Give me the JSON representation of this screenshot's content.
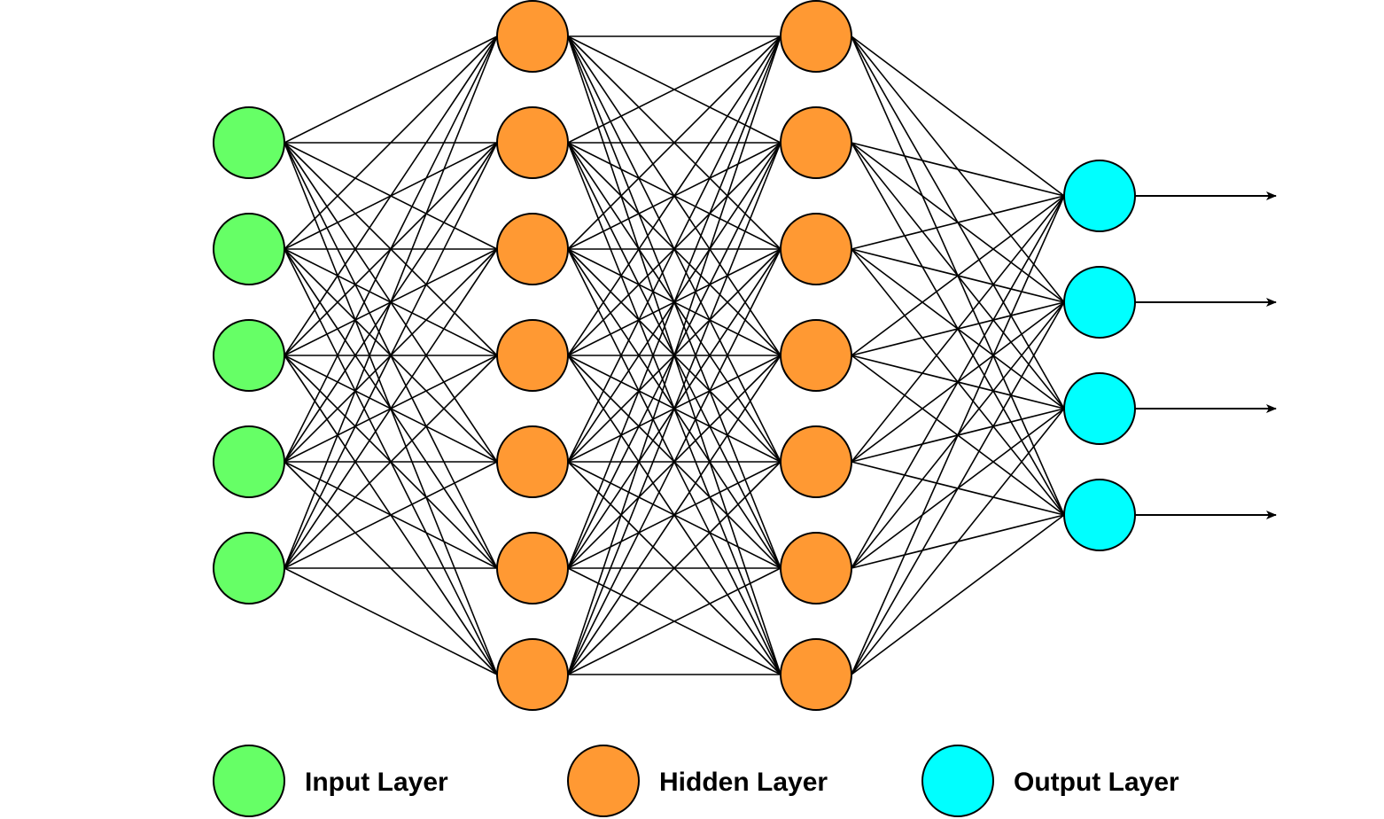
{
  "diagram": {
    "title": "Neural network architecture",
    "layers": [
      {
        "name": "input",
        "kind": "input",
        "nodes": 5
      },
      {
        "name": "hidden-1",
        "kind": "hidden",
        "nodes": 7
      },
      {
        "name": "hidden-2",
        "kind": "hidden",
        "nodes": 7
      },
      {
        "name": "output",
        "kind": "output",
        "nodes": 4
      }
    ],
    "connectivity": "fully-connected",
    "output_arrows": true,
    "colors": {
      "input": "#66FF66",
      "hidden": "#FF9933",
      "output": "#00FFFF",
      "stroke": "#000000"
    }
  },
  "legend": {
    "items": [
      {
        "kind": "input",
        "label": "Input Layer"
      },
      {
        "kind": "hidden",
        "label": "Hidden Layer"
      },
      {
        "kind": "output",
        "label": "Output Layer"
      }
    ]
  }
}
